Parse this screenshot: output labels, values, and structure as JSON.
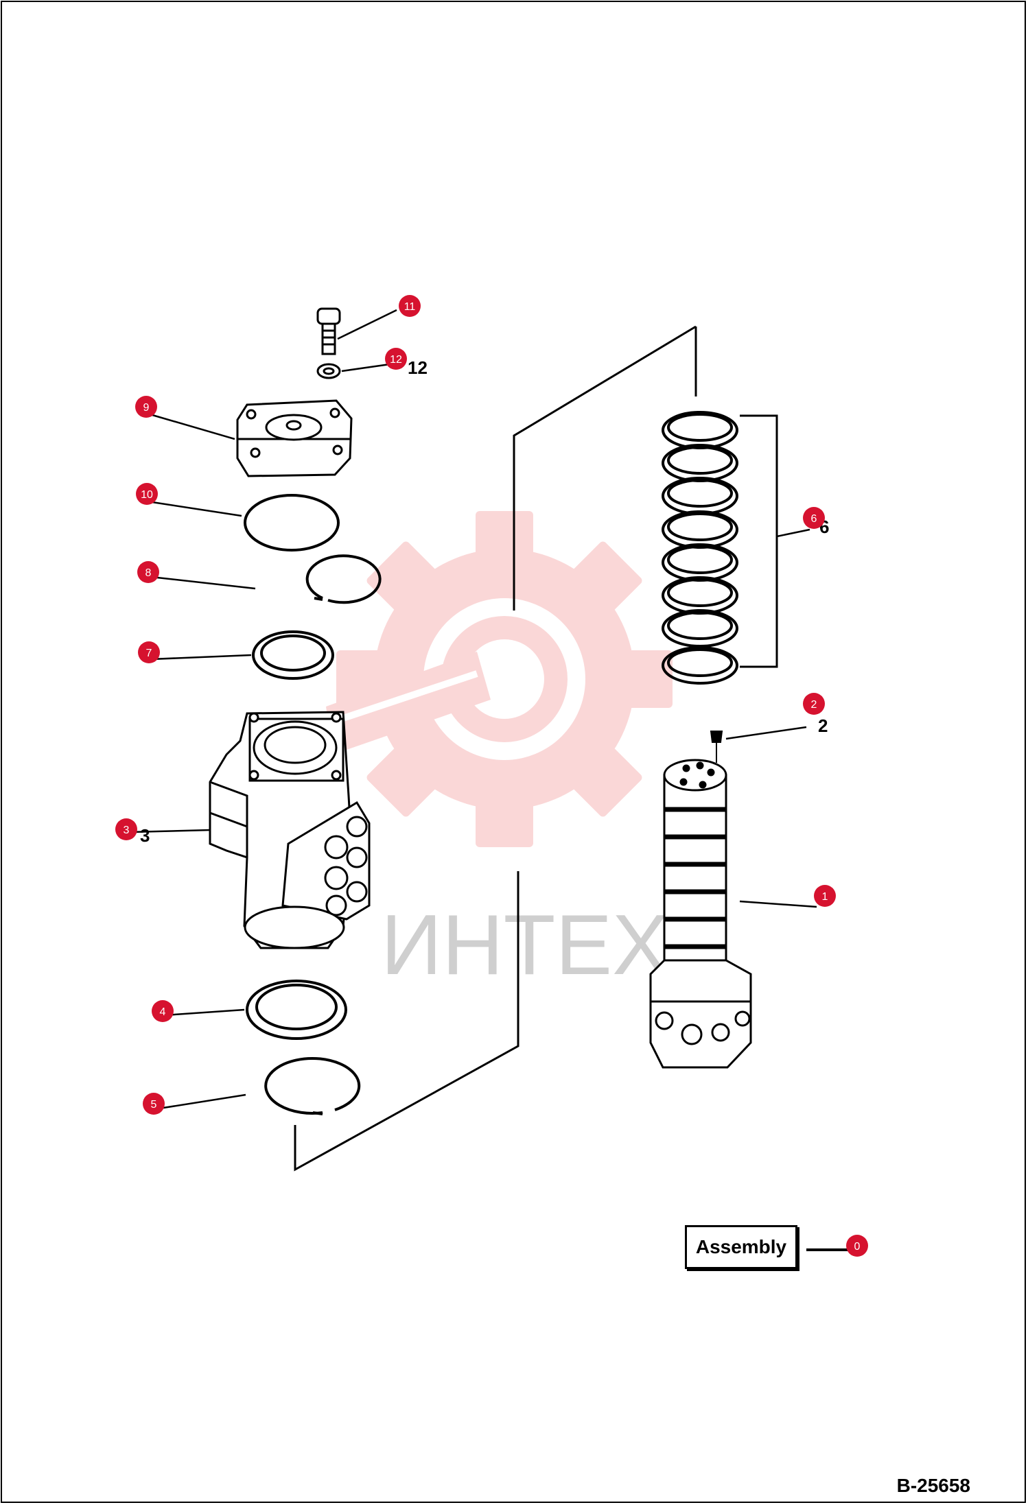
{
  "watermark": {
    "text": "ИНТЕХ",
    "color": "#f6b8b8"
  },
  "marker_color": "#d6122f",
  "assembly": {
    "label": "Assembly",
    "number": "0"
  },
  "document_code": "B-25658",
  "parts": [
    {
      "number": "1",
      "label_text": ""
    },
    {
      "number": "2",
      "label_text": "2"
    },
    {
      "number": "3",
      "label_text": "3"
    },
    {
      "number": "4",
      "label_text": ""
    },
    {
      "number": "5",
      "label_text": ""
    },
    {
      "number": "6",
      "label_text": "6"
    },
    {
      "number": "7",
      "label_text": ""
    },
    {
      "number": "8",
      "label_text": ""
    },
    {
      "number": "9",
      "label_text": ""
    },
    {
      "number": "10",
      "label_text": ""
    },
    {
      "number": "11",
      "label_text": ""
    },
    {
      "number": "12",
      "label_text": "12"
    }
  ]
}
